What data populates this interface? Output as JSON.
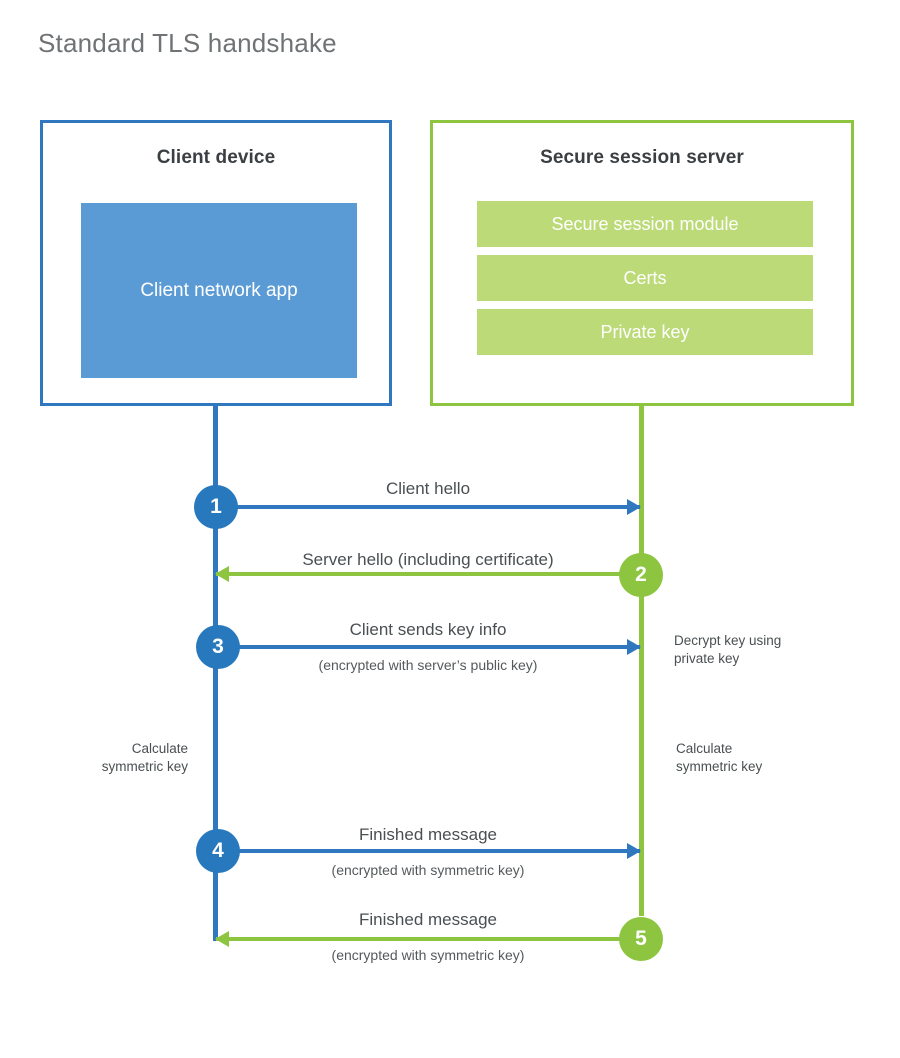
{
  "title": "Standard TLS handshake",
  "colors": {
    "client_border": "#2f78bf",
    "client_fill": "#5b9bd5",
    "server_border": "#8dc540",
    "server_fill": "#bcdb78",
    "badge_blue": "#2878bd",
    "badge_green": "#8dc540",
    "title_text": "#6f7375",
    "body_text": "#4a4f52"
  },
  "client": {
    "title": "Client device",
    "app_label": "Client network app"
  },
  "server": {
    "title": "Secure session server",
    "components": [
      {
        "label": "Secure session module"
      },
      {
        "label": "Certs"
      },
      {
        "label": "Private key"
      }
    ]
  },
  "flows": [
    {
      "step": "1",
      "direction": "client-to-server",
      "label": "Client hello",
      "sublabel": ""
    },
    {
      "step": "2",
      "direction": "server-to-client",
      "label": "Server hello (including certificate)",
      "sublabel": ""
    },
    {
      "step": "3",
      "direction": "client-to-server",
      "label": "Client sends key info",
      "sublabel": "(encrypted with server’s public key)"
    },
    {
      "step": "4",
      "direction": "client-to-server",
      "label": "Finished message",
      "sublabel": "(encrypted with symmetric key)"
    },
    {
      "step": "5",
      "direction": "server-to-client",
      "label": "Finished message",
      "sublabel": "(encrypted with symmetric key)"
    }
  ],
  "notes": {
    "server_decrypt_line1": "Decrypt key using",
    "server_decrypt_line2": "private key",
    "client_calc_line1": "Calculate",
    "client_calc_line2": "symmetric key",
    "server_calc_line1": "Calculate",
    "server_calc_line2": "symmetric key"
  }
}
